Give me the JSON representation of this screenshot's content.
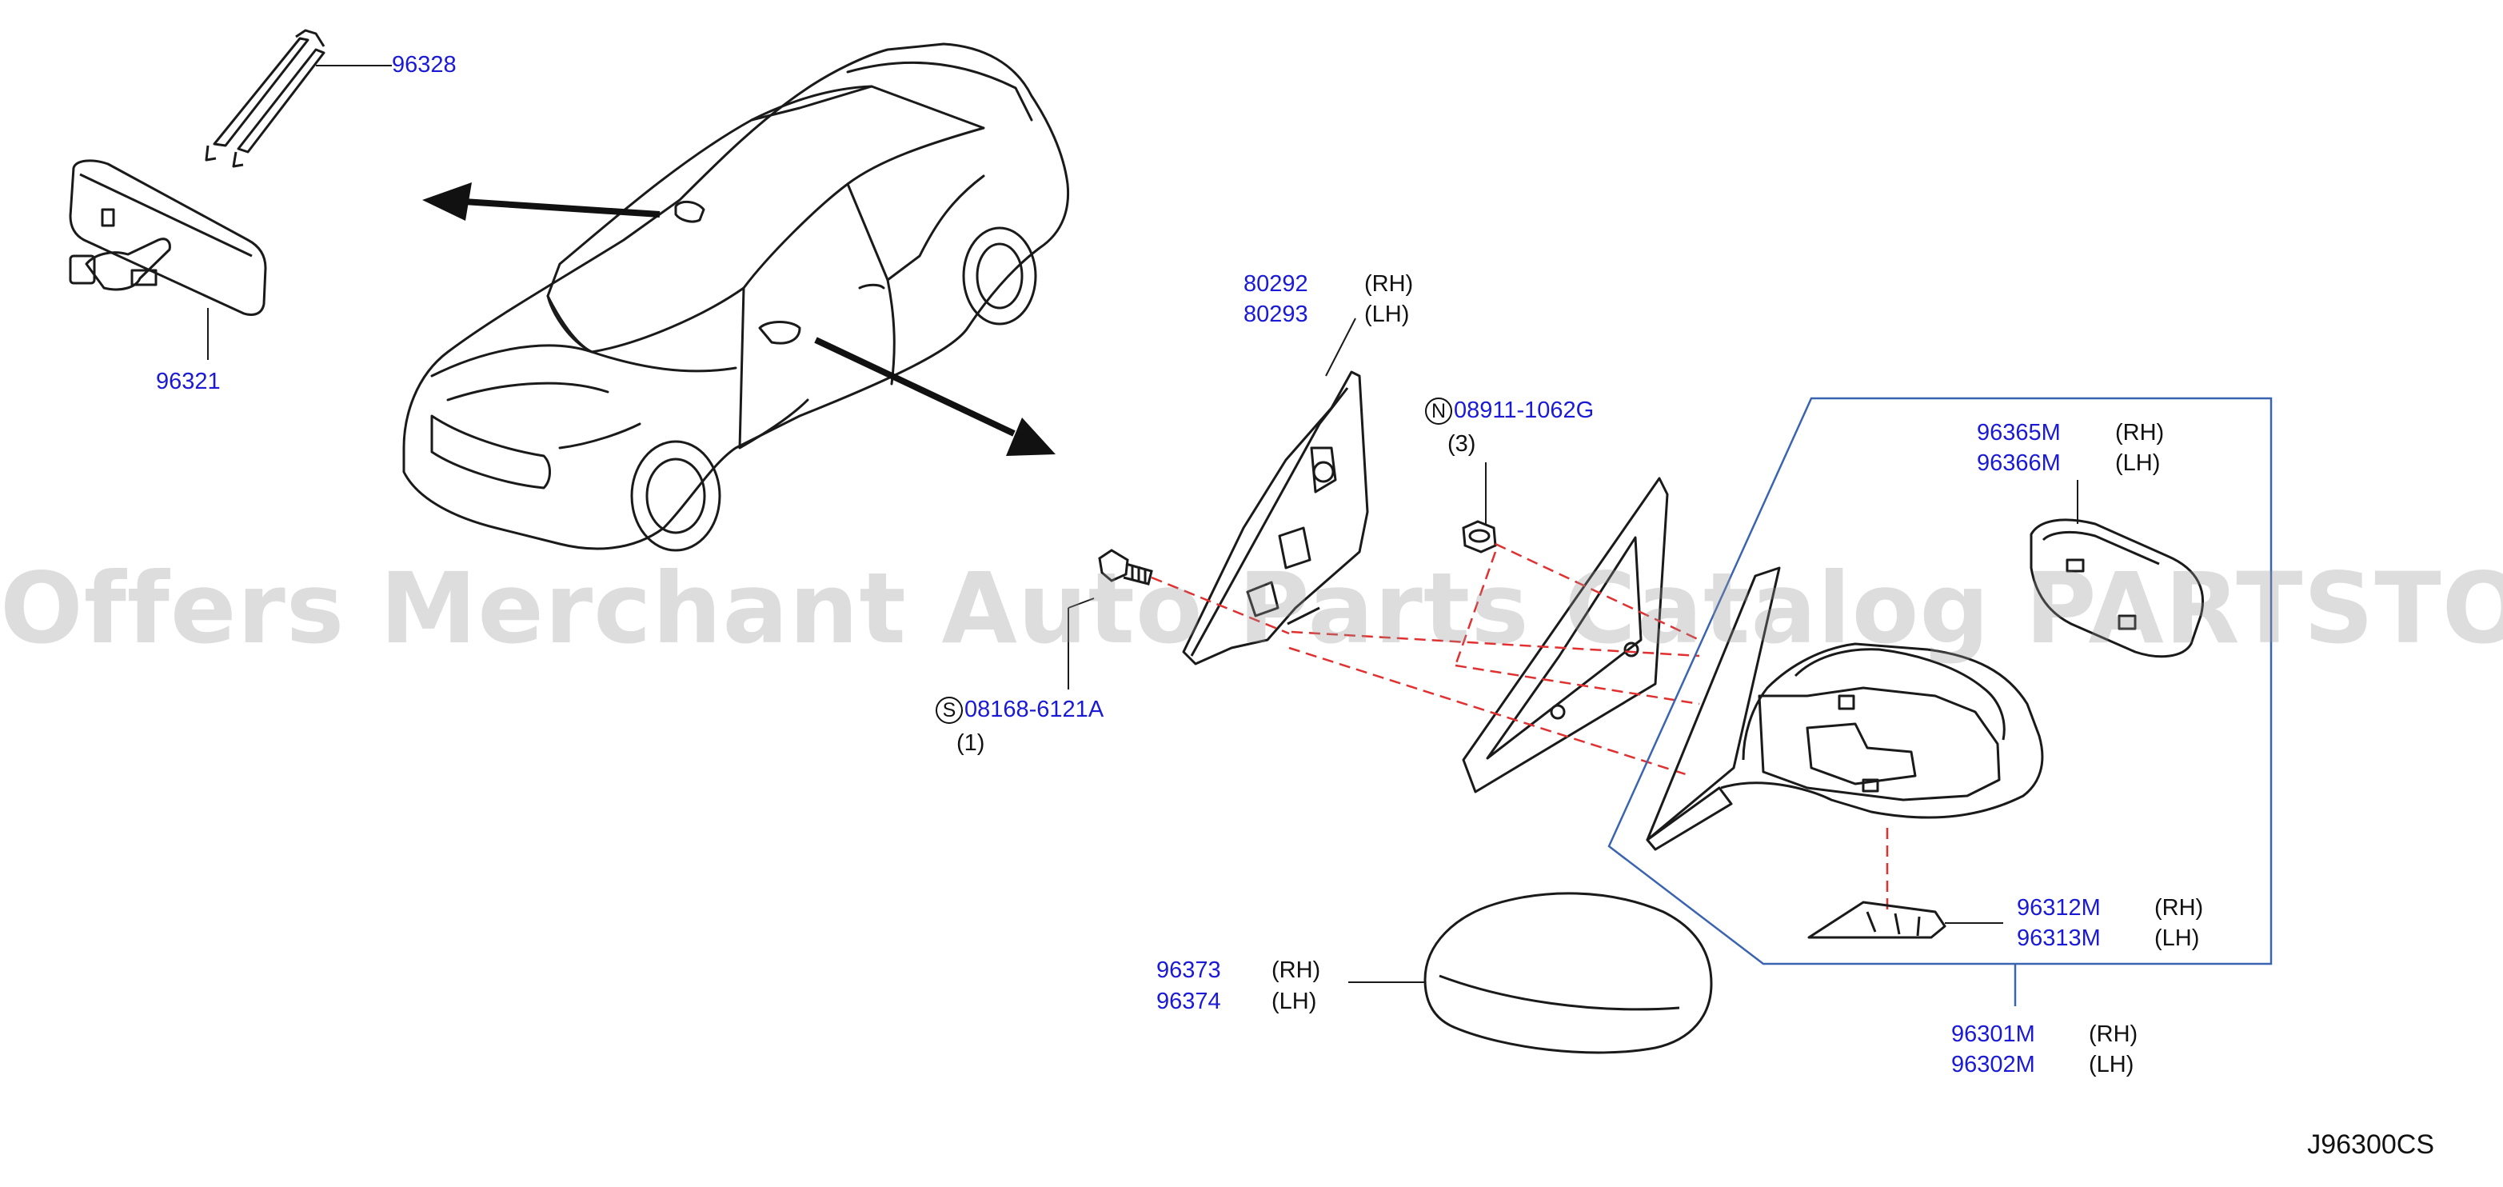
{
  "watermark": "Offers Merchant Auto Parts Catalog PARTSTORE.SA",
  "diagram_code": "J96300CS",
  "colors": {
    "part_number": "#1a1ad6",
    "text": "#111111",
    "box": "#3a64b0",
    "dash": "#e03030",
    "line": "#1a1a1a"
  },
  "parts": {
    "p96328": {
      "num": "96328"
    },
    "p96321": {
      "num": "96321"
    },
    "p80292": {
      "num": "80292",
      "side": "(RH)"
    },
    "p80293": {
      "num": "80293",
      "side": "(LH)"
    },
    "nut": {
      "prefix": "N",
      "num": "08911-1062G",
      "qty": "(3)"
    },
    "screw": {
      "prefix": "S",
      "num": "08168-6121A",
      "qty": "(1)"
    },
    "p96365M": {
      "num": "96365M",
      "side": "(RH)"
    },
    "p96366M": {
      "num": "96366M",
      "side": "(LH)"
    },
    "p96312M": {
      "num": "96312M",
      "side": "(RH)"
    },
    "p96313M": {
      "num": "96313M",
      "side": "(LH)"
    },
    "p96373": {
      "num": "96373",
      "side": "(RH)"
    },
    "p96374": {
      "num": "96374",
      "side": "(LH)"
    },
    "p96301M": {
      "num": "96301M",
      "side": "(RH)"
    },
    "p96302M": {
      "num": "96302M",
      "side": "(LH)"
    }
  }
}
